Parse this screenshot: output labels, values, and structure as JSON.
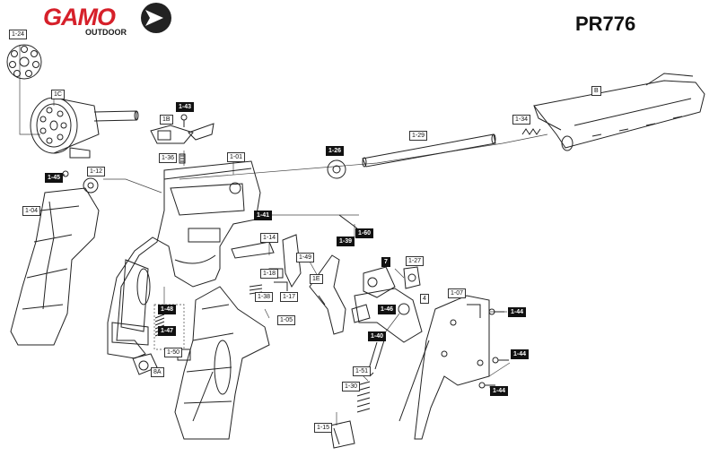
{
  "brand": {
    "name": "GAMO",
    "sub": "OUTDOOR",
    "brand_color": "#d6202a"
  },
  "model": "PR776",
  "labels": {
    "l_1_24": "1-24",
    "l_1c": "1C",
    "l_1_43": "1-43",
    "l_1b": "1B",
    "l_1_36": "1-36",
    "l_1_01": "1-01",
    "l_1_45": "1-45",
    "l_1_12": "1-12",
    "l_1_04": "1-04",
    "l_1_26": "1-26",
    "l_1_29": "1-29",
    "l_1_34": "1-34",
    "l_b": "B",
    "l_1_41": "1-41",
    "l_1_60": "1-60",
    "l_1_39": "1-39",
    "l_1_14": "1-14",
    "l_1_49": "1-49",
    "l_1_18": "1-18",
    "l_1_38": "1-38",
    "l_1_17": "1-17",
    "l_1e": "1E",
    "l_7": "7",
    "l_1_27": "1-27",
    "l_4": "4",
    "l_1_07": "1-07",
    "l_1_44a": "1-44",
    "l_1_44b": "1-44",
    "l_1_44c": "1-44",
    "l_1_05": "1-05",
    "l_1_48": "1-48",
    "l_1_47": "1-47",
    "l_1_46": "1-46",
    "l_1_40": "1-40",
    "l_1_50": "1-50",
    "l_8a": "8A",
    "l_1_51": "1-51",
    "l_1_30": "1-30",
    "l_1_15": "1-15"
  }
}
